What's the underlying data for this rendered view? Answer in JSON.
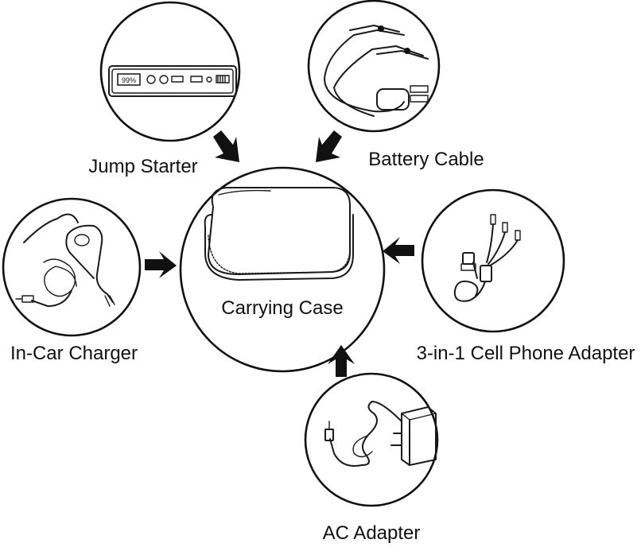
{
  "center": {
    "label": "Carrying Case",
    "icon": "carrying-case-icon"
  },
  "items": [
    {
      "id": "jump-starter",
      "label": "Jump Starter",
      "icon": "jump-starter-icon",
      "display": "99%"
    },
    {
      "id": "battery-cable",
      "label": "Battery Cable",
      "icon": "battery-cable-icon"
    },
    {
      "id": "in-car-charger",
      "label": "In-Car Charger",
      "icon": "in-car-charger-icon"
    },
    {
      "id": "cell-phone-adapter",
      "label": "3-in-1 Cell Phone Adapter",
      "icon": "cell-phone-adapter-icon"
    },
    {
      "id": "ac-adapter",
      "label": "AC Adapter",
      "icon": "ac-adapter-icon"
    }
  ]
}
